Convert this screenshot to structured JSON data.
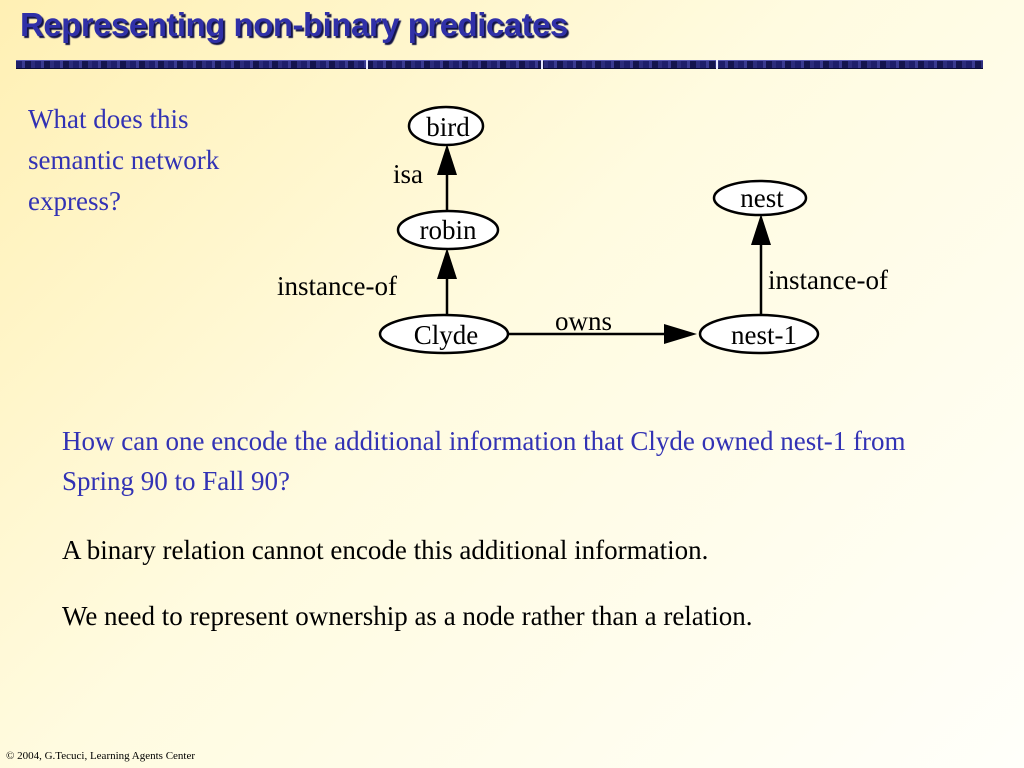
{
  "slide": {
    "title": "Representing non-binary predicates",
    "question": "What does this semantic network express?",
    "question2": "How can one encode the additional information that Clyde owned nest-1 from Spring 90 to Fall 90?",
    "statement1": "A binary relation cannot encode this additional information.",
    "statement2": "We need to represent ownership as a node rather than a relation.",
    "footer": "© 2004, G.Tecuci, Learning Agents Center"
  },
  "network": {
    "nodes": {
      "bird": "bird",
      "robin": "robin",
      "clyde": "Clyde",
      "nest": "nest",
      "nest1": "nest-1"
    },
    "edges": {
      "robin_bird": "isa",
      "clyde_robin": "instance-of",
      "clyde_nest1": "owns",
      "nest1_nest": "instance-of"
    }
  },
  "colors": {
    "title": "#3030a8",
    "question_text": "#3232b4",
    "body_text": "#000000"
  }
}
